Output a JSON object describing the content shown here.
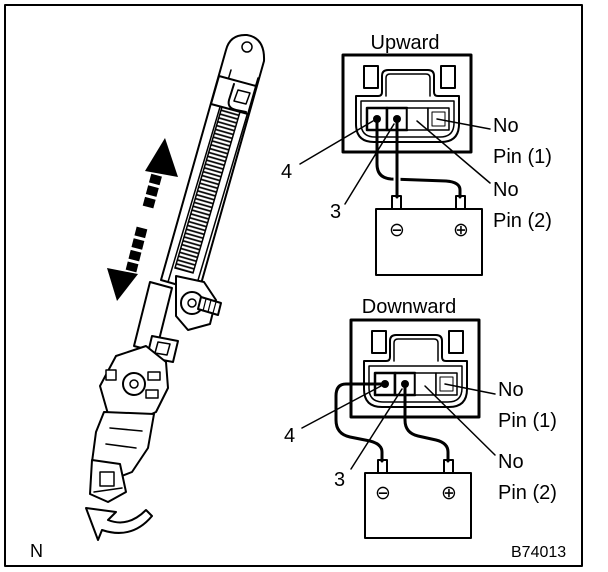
{
  "colors": {
    "ink": "#000000",
    "background": "#ffffff"
  },
  "corner_label": "N",
  "figure_code": "B74013",
  "upward": {
    "title": "Upward",
    "terminal_4": "4",
    "terminal_3": "3",
    "no_pin_1": [
      "No",
      "Pin (1)"
    ],
    "no_pin_2": [
      "No",
      "Pin (2)"
    ],
    "battery": {
      "negative": "⊖",
      "positive": "⊕"
    }
  },
  "downward": {
    "title": "Downward",
    "terminal_4": "4",
    "terminal_3": "3",
    "no_pin_1": [
      "No",
      "Pin (1)"
    ],
    "no_pin_2": [
      "No",
      "Pin (2)"
    ],
    "battery": {
      "negative": "⊖",
      "positive": "⊕"
    }
  }
}
